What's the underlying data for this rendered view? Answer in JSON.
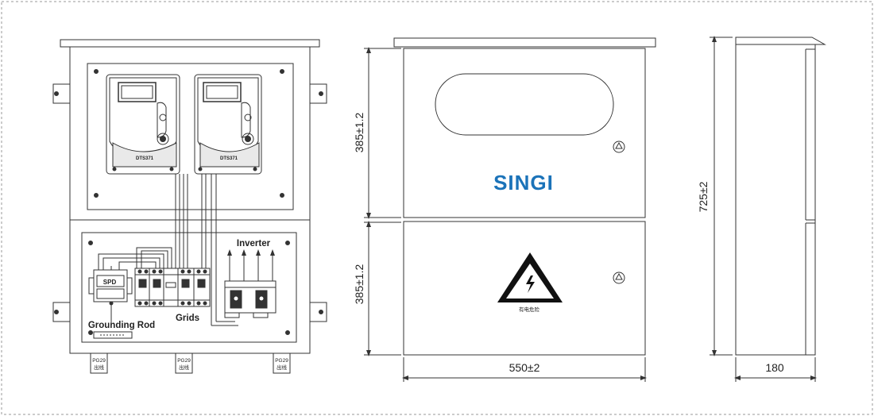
{
  "front_view": {
    "meter_left_label": "DTS371",
    "meter_right_label": "DTS371",
    "spd_label": "SPD",
    "grounding_label": "Grounding Rod",
    "grids_label": "Grids",
    "inverter_label": "Inverter",
    "glands": [
      {
        "line1": "PG29",
        "line2": "出线"
      },
      {
        "line1": "PG29",
        "line2": "出线"
      },
      {
        "line1": "PG29",
        "line2": "出线"
      }
    ]
  },
  "door_view": {
    "brand": "SINGI",
    "brand_color": "#1b73b9",
    "warning_caption": "有电危险",
    "dim_upper": "385±1.2",
    "dim_lower": "385±1.2",
    "dim_width": "550±2"
  },
  "side_view": {
    "dim_height": "725±2",
    "dim_depth": "180"
  }
}
